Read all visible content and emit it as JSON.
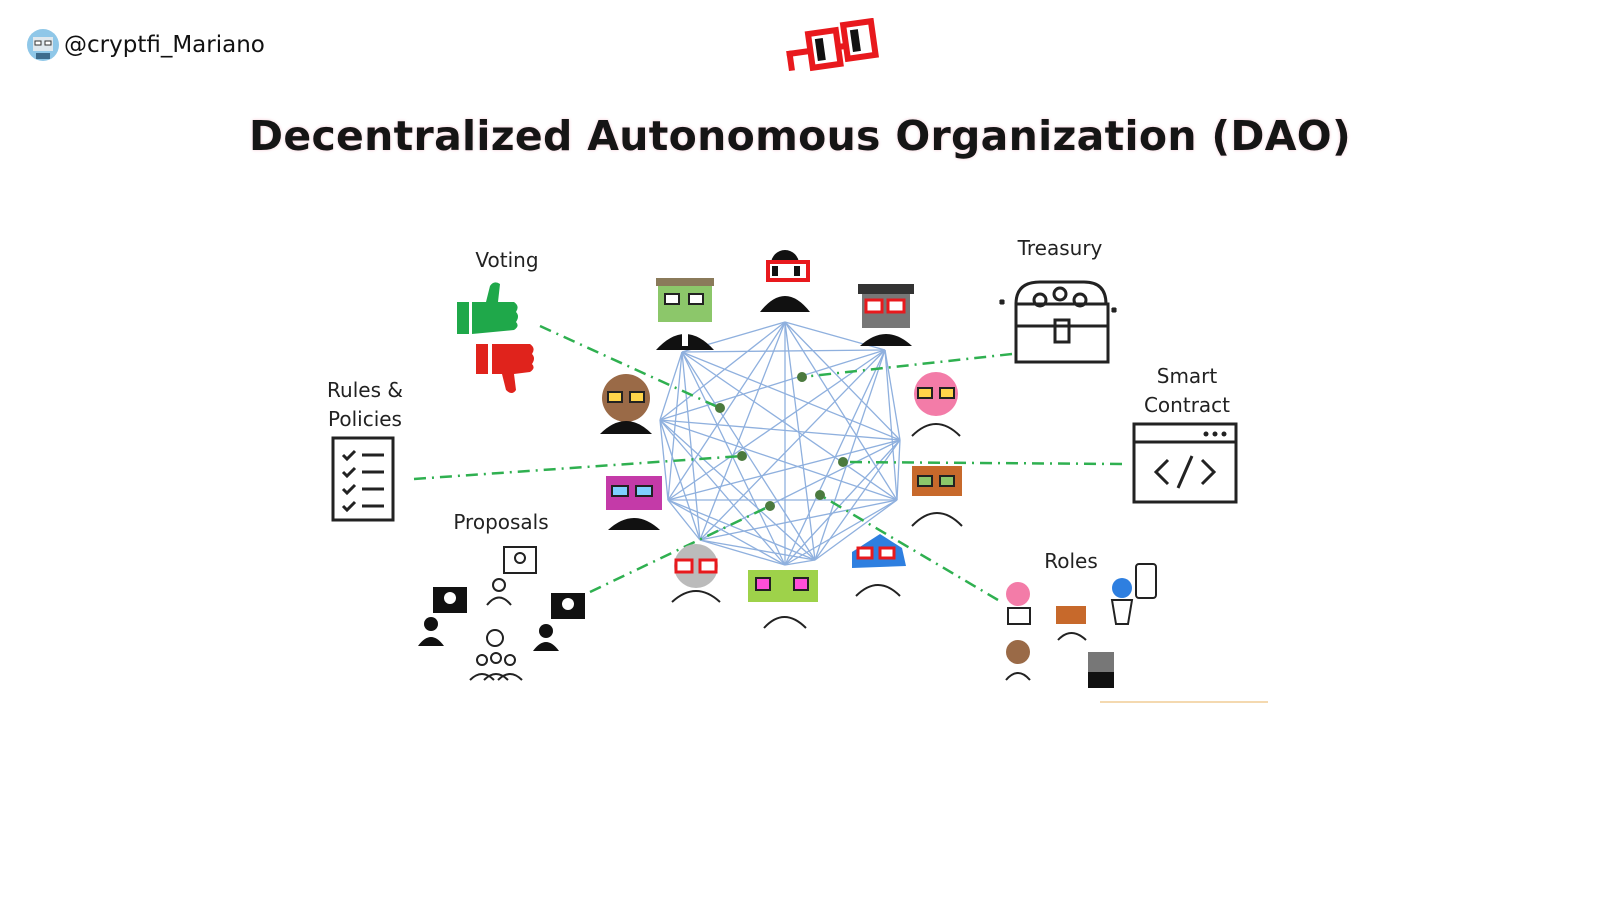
{
  "header": {
    "handle": "@cryptfi_Mariano"
  },
  "title": "Decentralized Autonomous Organization (DAO)",
  "diagram": {
    "labels": {
      "voting": "Voting",
      "treasury": "Treasury",
      "rules_line1": "Rules &",
      "rules_line2": "Policies",
      "smart_line1": "Smart",
      "smart_line2": "Contract",
      "proposals": "Proposals",
      "roles": "Roles"
    },
    "colors": {
      "network": "#8fb0de",
      "dash": "#2fb050",
      "node": "#4b7a3e",
      "thumb_up": "#1fa84a",
      "thumb_down": "#e0231c",
      "logo": "#e8191d"
    },
    "members": [
      "member-bandana",
      "member-hat-glasses",
      "member-gray-cap",
      "member-brown",
      "member-pink",
      "member-purple-box",
      "member-orange-box",
      "member-gray-hair",
      "member-green-robot",
      "member-blue-shark"
    ]
  }
}
